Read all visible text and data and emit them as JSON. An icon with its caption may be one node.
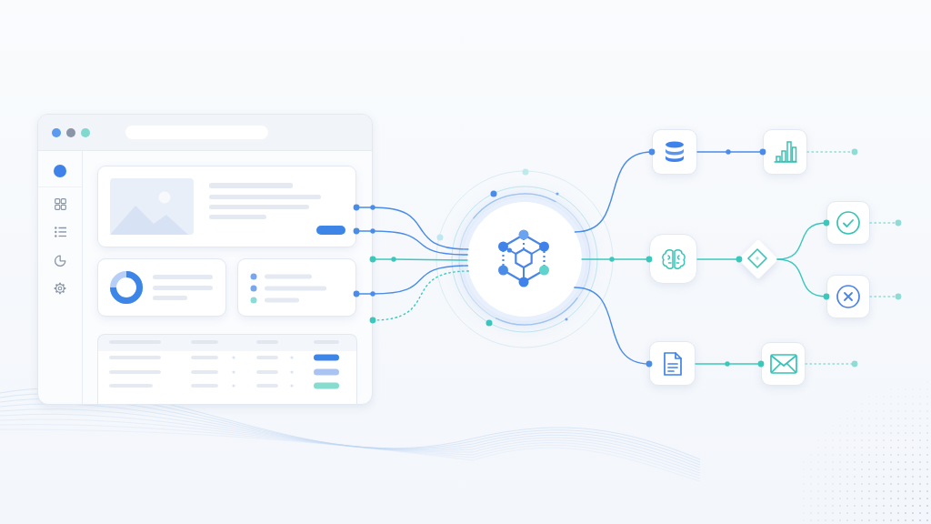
{
  "diagram": {
    "nodes": [
      {
        "text": [],
        "shape": "box"
      },
      {
        "text": [],
        "shape": "box",
        "in": 0
      },
      {
        "text": [],
        "shape": "box",
        "in": 0
      },
      {
        "text": [],
        "shape": "box",
        "in": 0
      },
      {
        "text": [],
        "shape": "box",
        "in": 0
      },
      {
        "text": [],
        "shape": "circle"
      },
      {
        "text": [],
        "shape": "box"
      },
      {
        "text": [],
        "shape": "box"
      },
      {
        "text": [],
        "shape": "box"
      },
      {
        "text": [],
        "shape": "diamond"
      },
      {
        "text": [],
        "shape": "box"
      },
      {
        "text": [],
        "shape": "box"
      },
      {
        "text": [],
        "shape": "box"
      },
      {
        "text": [],
        "shape": "box"
      }
    ],
    "edges": [
      {
        "from": 5,
        "to": 1,
        "arrow": "other",
        "color": "#4a8ce8"
      },
      {
        "from": 5,
        "to": 1,
        "arrow": "other",
        "color": "#4a8ce8"
      },
      {
        "from": 5,
        "to": 0,
        "arrow": "other"
      },
      {
        "from": 5,
        "to": 3,
        "arrow": "other",
        "color": "#4a8ce8"
      },
      {
        "from": 5,
        "to": 0,
        "arrow": "other",
        "style": "dashed"
      },
      {
        "from": 5,
        "to": 6,
        "arrow": "other",
        "color": "#4a8ce8"
      },
      {
        "from": 5,
        "to": 8,
        "arrow": "other"
      },
      {
        "from": 5,
        "to": 12,
        "arrow": "other",
        "color": "#4a8ce8"
      },
      {
        "from": 6,
        "to": 7,
        "arrow": "other",
        "color": "#4a8ce8"
      },
      {
        "from": 8,
        "to": 9,
        "arrow": "other"
      },
      {
        "from": 9,
        "to": 10,
        "arrow": "other"
      },
      {
        "from": 9,
        "to": 11,
        "arrow": "other"
      },
      {
        "from": 12,
        "to": 13,
        "arrow": "other"
      },
      {
        "from": 7,
        "to": null,
        "arrow": "other",
        "style": "dashed",
        "color": "#8fdcd6"
      },
      {
        "from": 10,
        "to": null,
        "arrow": "other",
        "style": "dashed",
        "color": "#8fdcd6"
      },
      {
        "from": 11,
        "to": null,
        "arrow": "other",
        "style": "dashed",
        "color": "#8fdcd6"
      },
      {
        "from": 13,
        "to": null,
        "arrow": "other",
        "style": "dashed",
        "color": "#8fdcd6"
      }
    ]
  }
}
